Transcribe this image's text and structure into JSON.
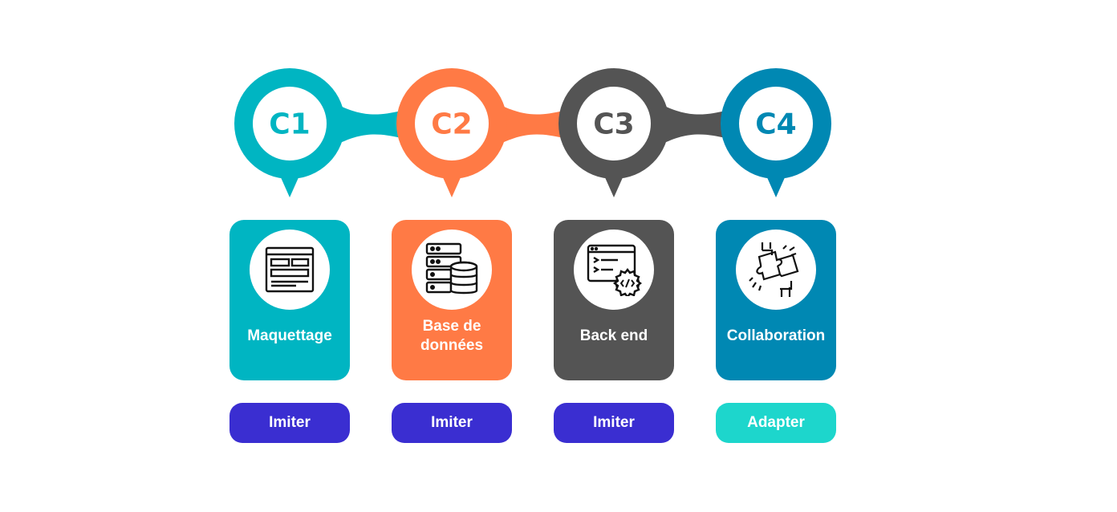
{
  "stages": [
    {
      "code": "C1",
      "color": "#00B5C2",
      "title": "Maquettage",
      "icon": "wireframe-layout-icon",
      "level": "Imiter",
      "level_color": "#3A2ED1"
    },
    {
      "code": "C2",
      "color": "#FF7A45",
      "title": "Base de données",
      "icon": "database-server-icon",
      "level": "Imiter",
      "level_color": "#3A2ED1"
    },
    {
      "code": "C3",
      "color": "#545454",
      "title": "Back end",
      "icon": "code-gear-icon",
      "level": "Imiter",
      "level_color": "#3A2ED1"
    },
    {
      "code": "C4",
      "color": "#0088B3",
      "title": "Collaboration",
      "icon": "puzzle-hands-icon",
      "level": "Adapter",
      "level_color": "#1DD6CC"
    }
  ]
}
